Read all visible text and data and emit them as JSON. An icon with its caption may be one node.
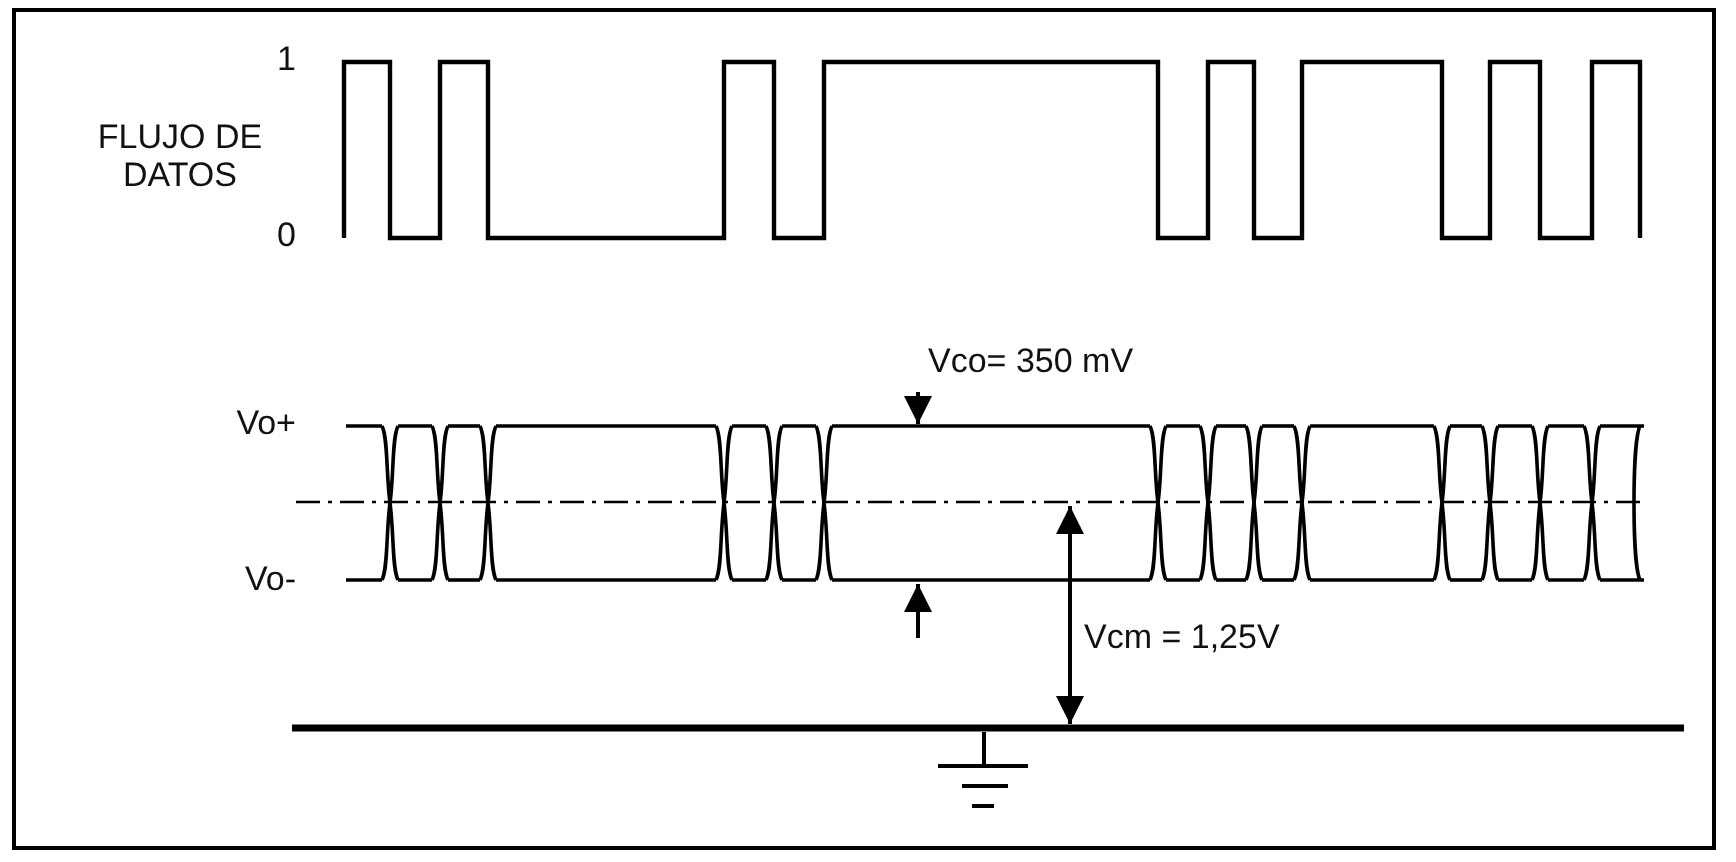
{
  "diagram": {
    "labels": [
      "1",
      "FLUJO DE DATOS",
      "0",
      "Vco= 350 mV",
      "Vo+",
      "Vo-",
      "Vcm = 1,25V"
    ]
  }
}
